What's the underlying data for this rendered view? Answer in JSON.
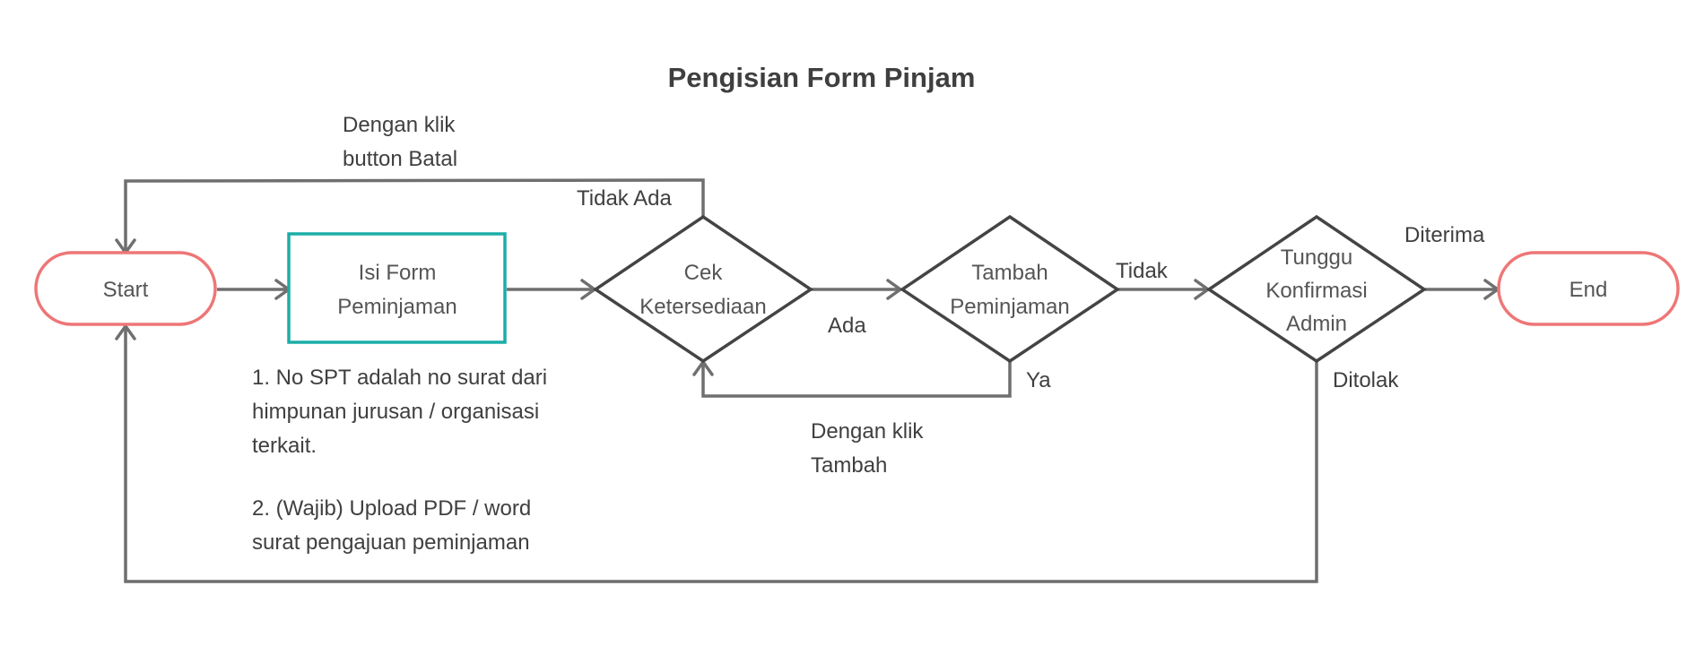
{
  "title": "Pengisian Form Pinjam",
  "colors": {
    "terminal_stroke": "#ee7677",
    "process_stroke": "#1bada7",
    "decision_stroke": "#444444",
    "connector": "#6f6f6f",
    "text": "#3f3f3f"
  },
  "nodes": {
    "start": "Start",
    "isi_form": [
      "Isi Form",
      "Peminjaman"
    ],
    "cek": [
      "Cek",
      "Ketersediaan"
    ],
    "tambah": [
      "Tambah",
      "Peminjaman"
    ],
    "tunggu": [
      "Tunggu",
      "Konfirmasi",
      "Admin"
    ],
    "end": "End"
  },
  "edge_labels": {
    "batal": [
      "Dengan klik",
      "button Batal"
    ],
    "tidak_ada": "Tidak Ada",
    "ada": "Ada",
    "tidak": "Tidak",
    "ya": "Ya",
    "klik_tambah": [
      "Dengan klik",
      "Tambah"
    ],
    "diterima": "Diterima",
    "ditolak": "Ditolak"
  },
  "notes": [
    "1. No SPT adalah no surat dari",
    "himpunan jurusan / organisasi",
    "terkait.",
    "2. (Wajib) Upload PDF / word",
    "surat pengajuan peminjaman"
  ]
}
